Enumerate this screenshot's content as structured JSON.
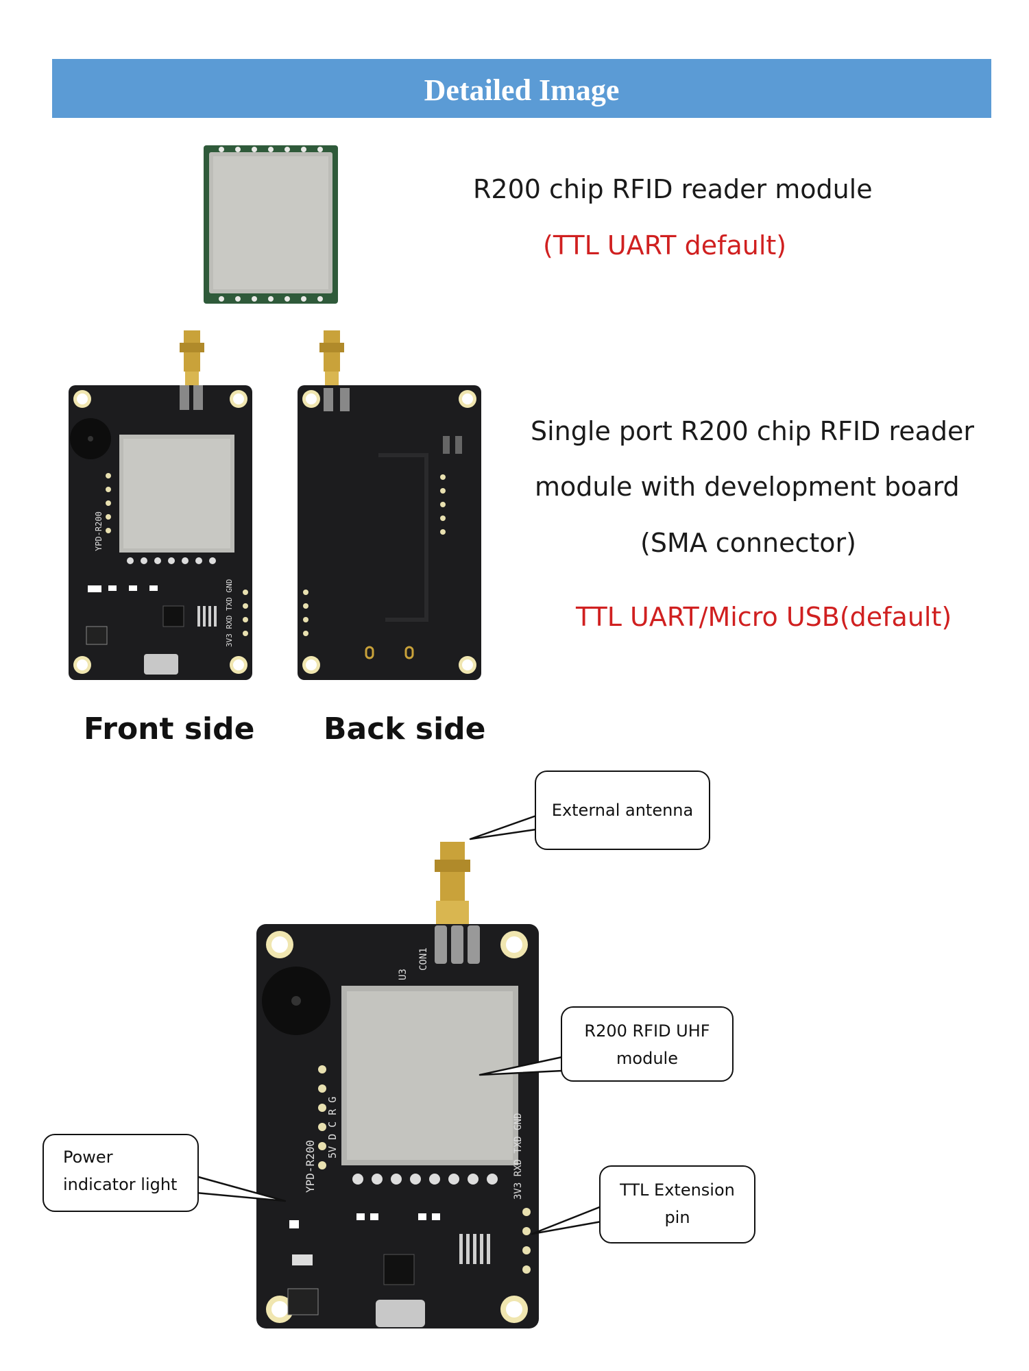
{
  "header": {
    "title": "Detailed Image"
  },
  "module_caption": {
    "title": "R200 chip RFID reader module",
    "note": "(TTL UART default)"
  },
  "board_caption": {
    "line1": "Single port R200 chip RFID reader",
    "line2": "module with development board",
    "line3": "(SMA connector)",
    "note": "TTL UART/Micro USB(default)"
  },
  "side_labels": {
    "front": "Front side",
    "back": "Back side"
  },
  "callouts": {
    "antenna": "External antenna",
    "module_line1": "R200 RFID UHF",
    "module_line2": "module",
    "power_line1": "Power",
    "power_line2": "indicator light",
    "ttl_line1": "TTL Extension",
    "ttl_line2": "pin"
  },
  "silkscreen": {
    "board_name": "YPD-R200",
    "pins": "3V3 RXD TXD GND",
    "con": "CON1",
    "u3": "U3",
    "pin_letters": "5V D C R G"
  },
  "colors": {
    "banner": "#5b9bd5",
    "accent_red": "#d02020",
    "pcb": "#1c1c1e",
    "shield": "#b8b8b4",
    "gold": "#c9a23a"
  }
}
